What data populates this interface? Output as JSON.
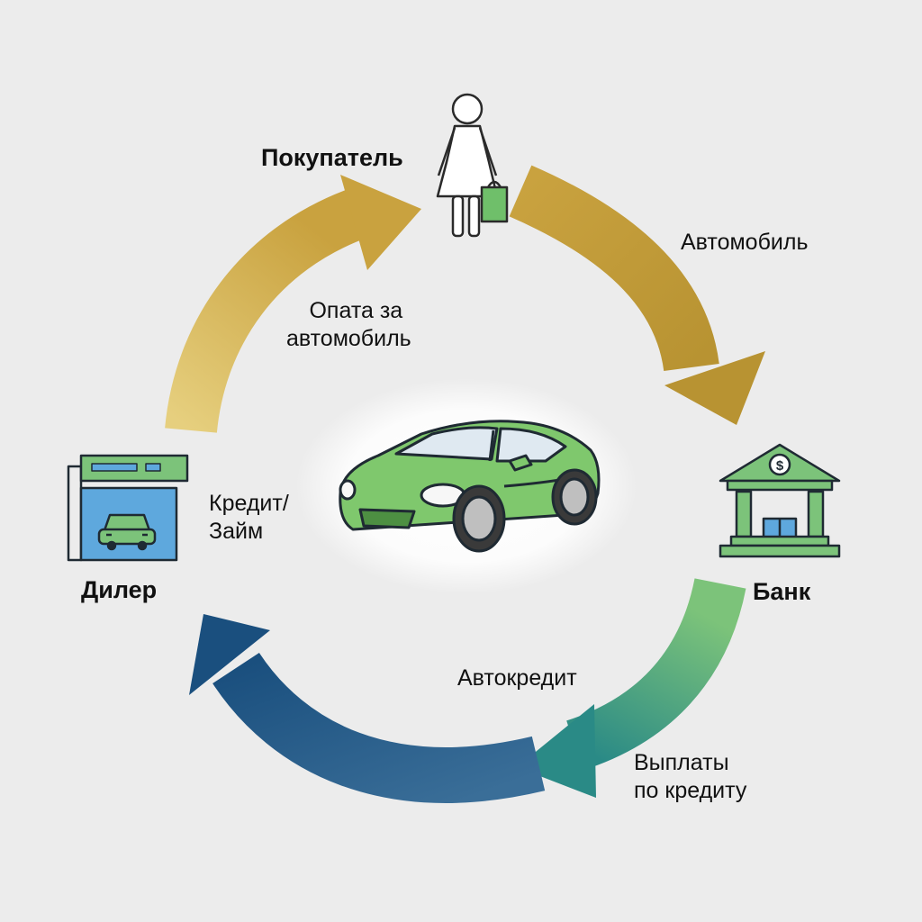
{
  "nodes": {
    "buyer": {
      "label": "Покупатель"
    },
    "bank": {
      "label": "Банк"
    },
    "dealer": {
      "label": "Дилер"
    }
  },
  "edges": {
    "buyer_to_bank": {
      "label": "Автомобиль",
      "color_start": "#c9a23f",
      "color_end": "#b89332"
    },
    "bank_to_dealer_credit": {
      "label": "Автокредит",
      "color_start": "#5fb870",
      "color_end": "#2a8a86"
    },
    "repayments": {
      "line1": "Выплаты",
      "line2": "по кредиту"
    },
    "dealer_loan": {
      "line1": "Кредит/",
      "line2": "Займ"
    },
    "to_dealer": {
      "color_start": "#3a6e98",
      "color_end": "#1a4f7e"
    },
    "dealer_to_buyer": {
      "line1": "Опата за",
      "line2": "автомобиль",
      "color_start": "#e6cf7e",
      "color_end": "#c9a23f"
    }
  },
  "colors": {
    "background": "#ececec",
    "car_body": "#7fc86d",
    "accent_green": "#6fbf6a",
    "bank_green": "#7cc37a",
    "dealer_blue": "#5ea8dd"
  },
  "icons": [
    "person-with-bag-icon",
    "bank-building-icon",
    "car-dealership-icon",
    "sports-car-icon"
  ]
}
